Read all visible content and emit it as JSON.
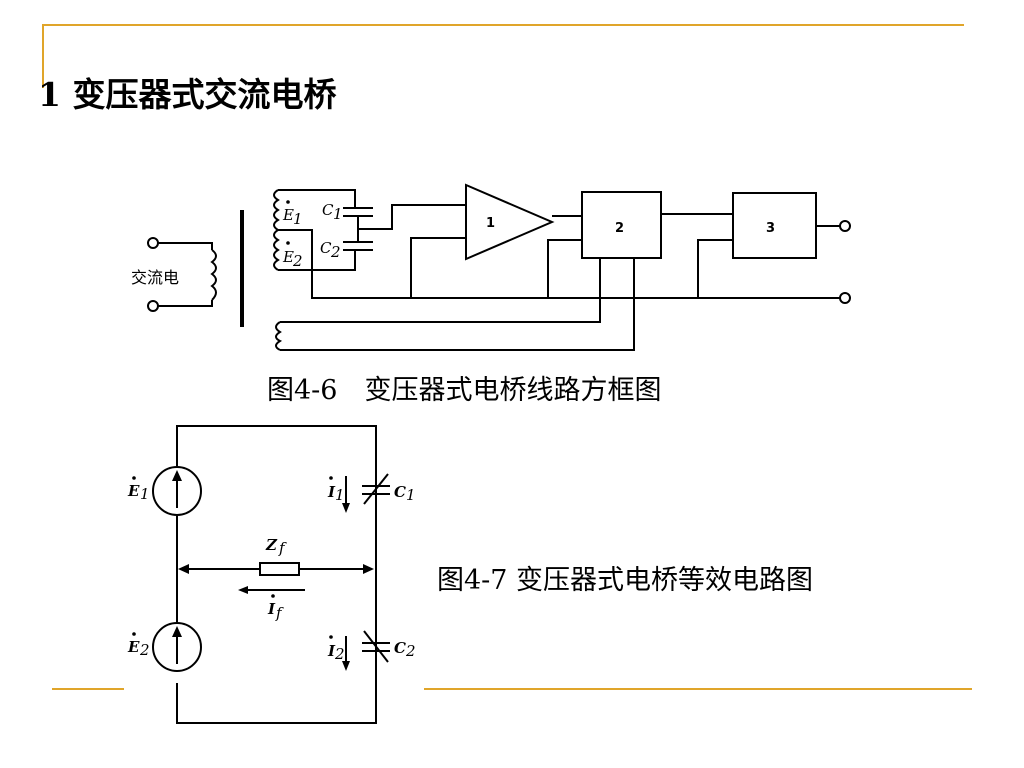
{
  "title": "1 变压器式交流电桥",
  "figure1": {
    "caption": "图4-6　变压器式电桥线路方框图",
    "source_label": "交流电",
    "e1": "E",
    "e1_sub": "1",
    "e2": "E",
    "e2_sub": "2",
    "c1": "C",
    "c1_sub": "1",
    "c2": "C",
    "c2_sub": "2",
    "amplifier_label": "1",
    "block2_label": "2",
    "block3_label": "3"
  },
  "figure2": {
    "caption": "图4-7 变压器式电桥等效电路图",
    "e1": "E",
    "e1_sub": "1",
    "e2": "E",
    "e2_sub": "2",
    "i1": "I",
    "i1_sub": "1",
    "i2": "I",
    "i2_sub": "2",
    "if": "I",
    "if_sub": "f",
    "zf": "Z",
    "zf_sub": "f",
    "c1": "C",
    "c1_sub": "1",
    "c2": "C",
    "c2_sub": "2"
  },
  "colors": {
    "accent_rule": "#e0a52a",
    "ink": "#000000"
  }
}
